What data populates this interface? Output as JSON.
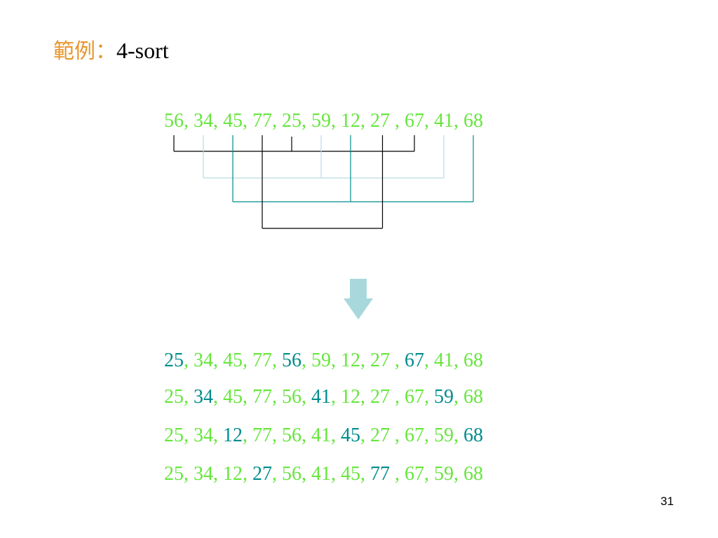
{
  "title": {
    "prefix": "範例：",
    "text": "4-sort"
  },
  "colors": {
    "title_prefix": "#e8962e",
    "number": "#66e63c",
    "highlight": "#008c8c"
  },
  "initial_sequence": [
    "56",
    "34",
    "45",
    "77",
    "25",
    "59",
    "12",
    "27 ",
    "67",
    "41",
    "68"
  ],
  "groups": [
    {
      "positions": [
        0,
        4,
        8
      ],
      "color": "#000000"
    },
    {
      "positions": [
        1,
        5,
        9
      ],
      "color": "#b8dce4"
    },
    {
      "positions": [
        2,
        6,
        10
      ],
      "color": "#008c8c"
    },
    {
      "positions": [
        3,
        7
      ],
      "color": "#000000"
    }
  ],
  "arrow": {
    "icon": "down-arrow-icon",
    "color": "#a8d8dc"
  },
  "sorted_rows": [
    {
      "values": [
        "25",
        "34",
        "45",
        "77",
        "56",
        "59",
        "12",
        "27 ",
        "67",
        "41",
        "68"
      ],
      "highlight": [
        0,
        4,
        8
      ]
    },
    {
      "values": [
        "25",
        "34",
        "45",
        "77",
        "56",
        "41",
        "12",
        "27 ",
        "67",
        "59",
        "68"
      ],
      "highlight": [
        1,
        5,
        9
      ]
    },
    {
      "values": [
        "25",
        "34",
        "12",
        "77",
        "56",
        "41",
        "45",
        "27 ",
        "67",
        "59",
        "68"
      ],
      "highlight": [
        2,
        6,
        10
      ]
    },
    {
      "values": [
        "25",
        "34",
        "12",
        "27",
        "56",
        "41",
        "45",
        "77 ",
        "67",
        "59",
        "68"
      ],
      "highlight": [
        3,
        7
      ]
    }
  ],
  "page_number": "31"
}
